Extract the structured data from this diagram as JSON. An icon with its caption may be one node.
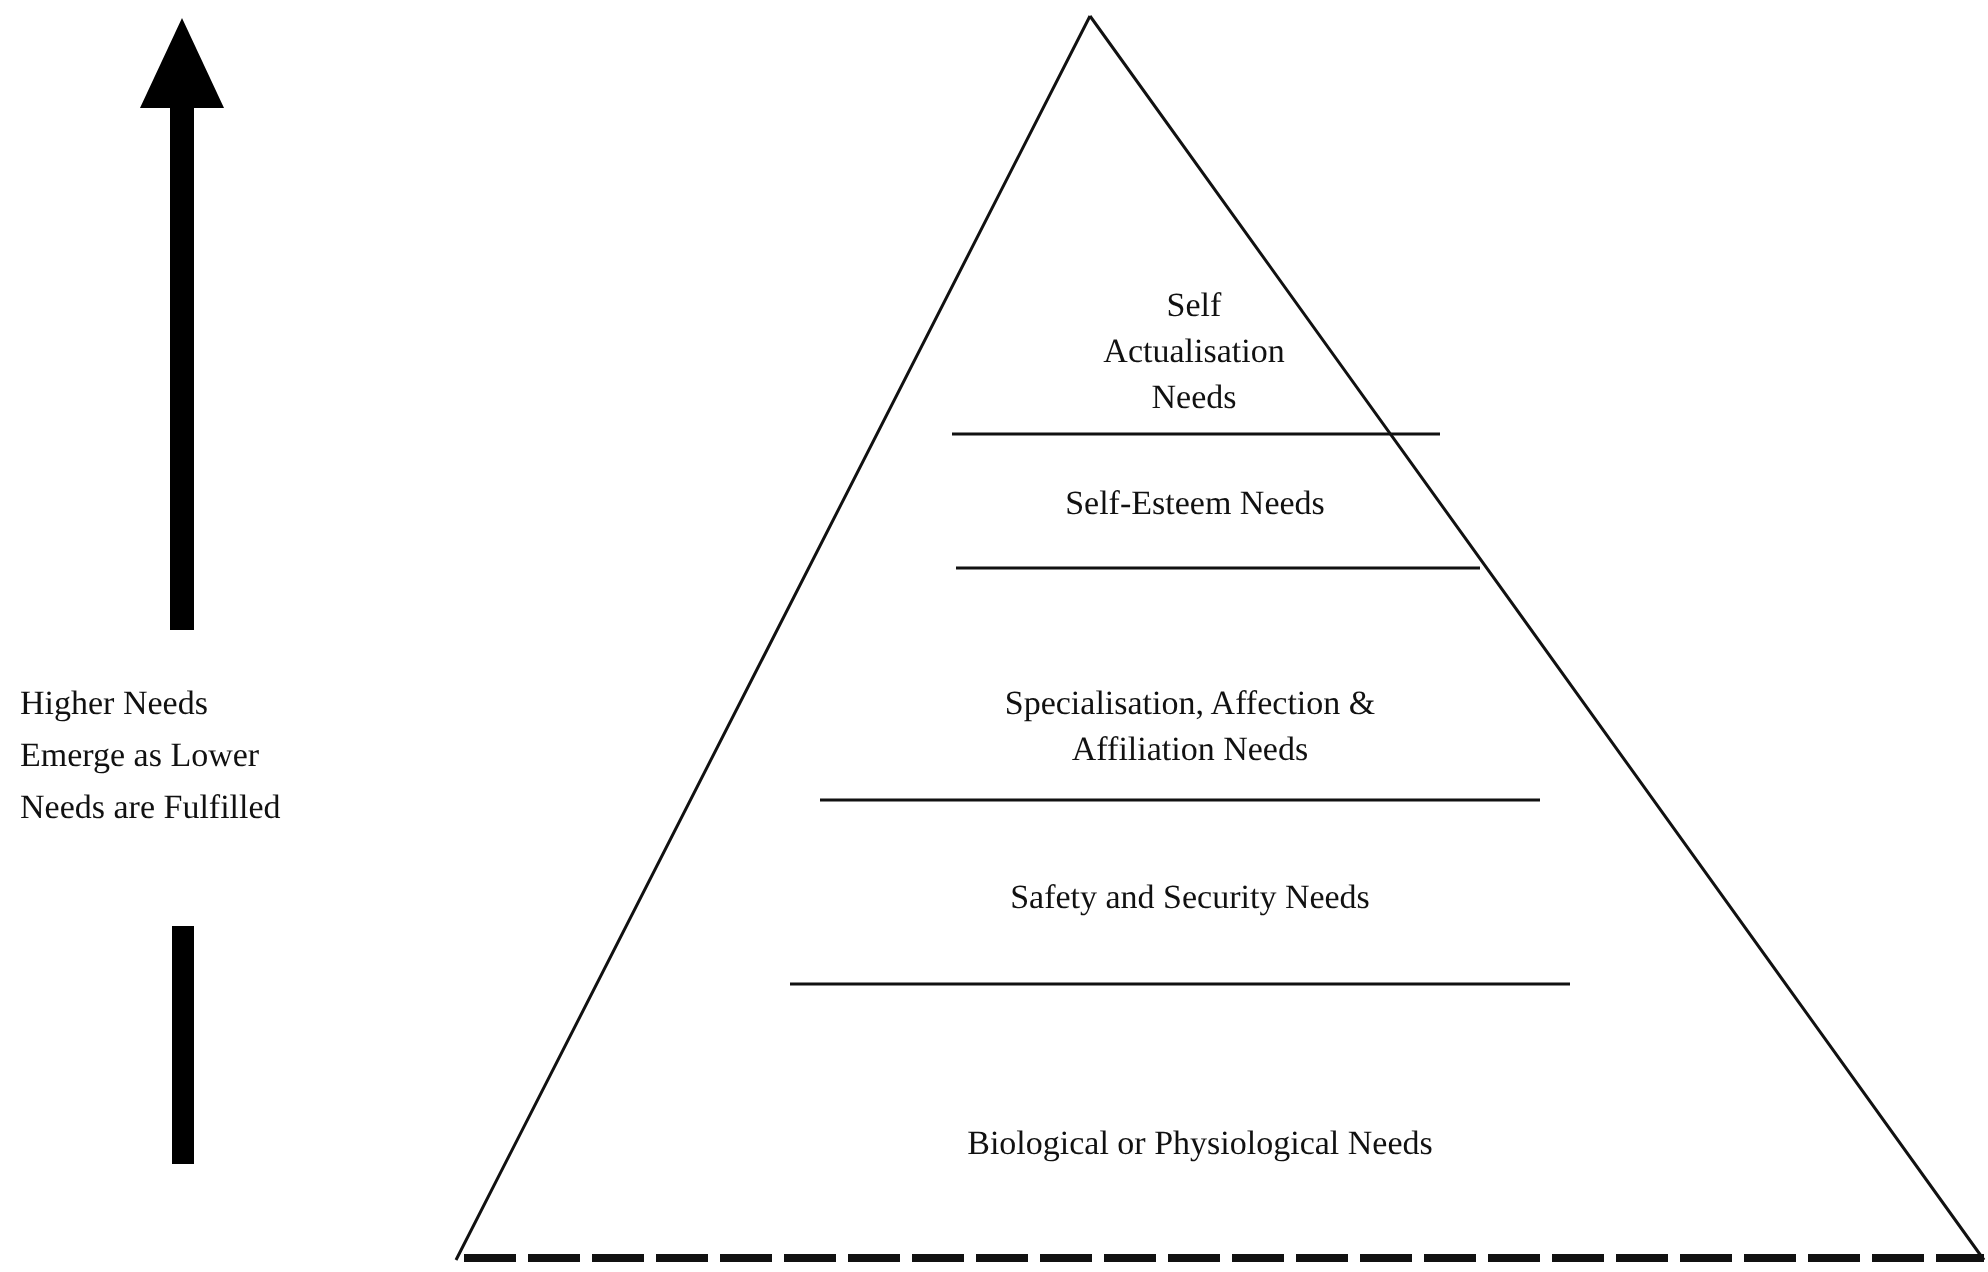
{
  "diagram": {
    "nodes": [
      {
        "text": [
          "Self Actualisation Needs"
        ]
      },
      {
        "text": [
          "Self-Esteem Needs"
        ]
      },
      {
        "text": [
          "Specialisation, Affection & Affiliation Needs"
        ]
      },
      {
        "text": [
          "Safety and Security Needs"
        ]
      },
      {
        "text": [
          "Biological or Physiological Needs"
        ]
      }
    ],
    "edges": [],
    "labels": [
      "Higher Needs Emerge as Lower Needs are Fulfilled"
    ]
  }
}
